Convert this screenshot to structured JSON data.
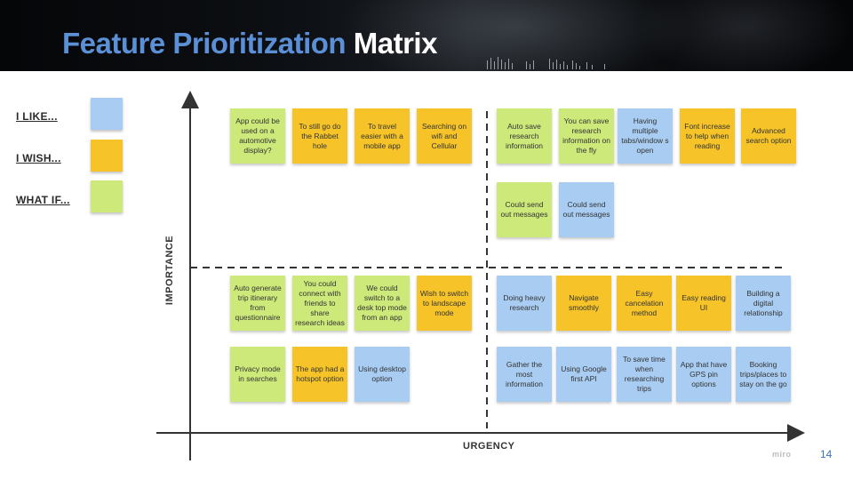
{
  "title": {
    "part1": "Feature Prioritization",
    "part2": "Matrix"
  },
  "legend": [
    {
      "label": "I LIKE...",
      "color": "#a9cdf2"
    },
    {
      "label": "I WISH...",
      "color": "#f6c428"
    },
    {
      "label": "WHAT IF...",
      "color": "#cde97a"
    }
  ],
  "axes": {
    "y": "IMPORTANCE",
    "x": "URGENCY"
  },
  "notes": {
    "top_left": [
      {
        "text": "App could be used on a automotive display?",
        "color": "green"
      },
      {
        "text": "To still go do the Rabbet hole",
        "color": "yellow"
      },
      {
        "text": "To travel easier with a mobile app",
        "color": "yellow"
      },
      {
        "text": "Searching on wifi and Cellular",
        "color": "yellow"
      }
    ],
    "top_right_row1": [
      {
        "text": "Auto save research information",
        "color": "green"
      },
      {
        "text": "You can save research information on the fly",
        "color": "green"
      },
      {
        "text": "Having multiple tabs/window s open",
        "color": "blue"
      },
      {
        "text": "Font increase to help when reading",
        "color": "yellow"
      },
      {
        "text": "Advanced search option",
        "color": "yellow"
      }
    ],
    "top_right_row2": [
      {
        "text": "Could send out messages",
        "color": "green"
      },
      {
        "text": "Could send out messages",
        "color": "blue"
      }
    ],
    "bottom_left_row1": [
      {
        "text": "Auto generate trip itinerary from questionnaire",
        "color": "green"
      },
      {
        "text": "You could connect with friends to share research ideas",
        "color": "green"
      },
      {
        "text": "We could switch to a desk top mode from an app",
        "color": "green"
      },
      {
        "text": "Wish to switch to landscape mode",
        "color": "yellow"
      }
    ],
    "bottom_left_row2": [
      {
        "text": "Privacy mode in searches",
        "color": "green"
      },
      {
        "text": "The app had a hotspot option",
        "color": "yellow"
      },
      {
        "text": "Using desktop option",
        "color": "blue"
      }
    ],
    "bottom_right_row1": [
      {
        "text": "Doing heavy research",
        "color": "blue"
      },
      {
        "text": "Navigate smoothly",
        "color": "yellow"
      },
      {
        "text": "Easy cancelation method",
        "color": "yellow"
      },
      {
        "text": "Easy reading UI",
        "color": "yellow"
      },
      {
        "text": "Building a digital relationship",
        "color": "blue"
      }
    ],
    "bottom_right_row2": [
      {
        "text": "Gather the most information",
        "color": "blue"
      },
      {
        "text": "Using Google first API",
        "color": "blue"
      },
      {
        "text": "To save time when researching trips",
        "color": "blue"
      },
      {
        "text": "App that have GPS pin options",
        "color": "blue"
      },
      {
        "text": "Booking trips/places to stay on the go",
        "color": "blue"
      }
    ]
  },
  "watermark": "miro",
  "page_number": "14"
}
